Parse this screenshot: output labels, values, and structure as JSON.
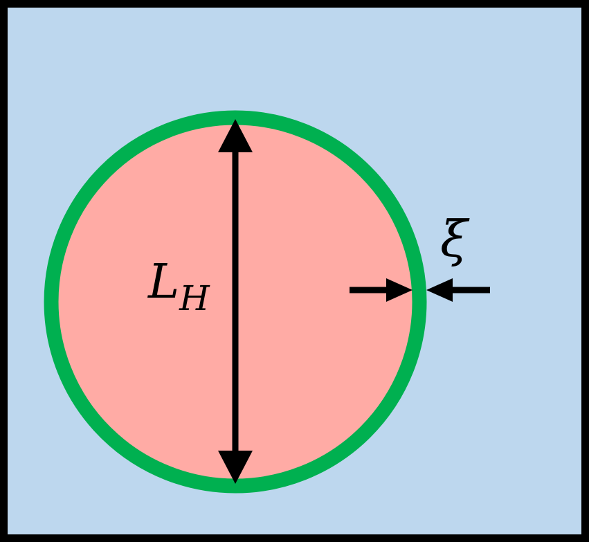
{
  "diagram": {
    "labels": {
      "diameter_main": "L",
      "diameter_subscript": "H",
      "thickness": "ξ"
    },
    "colors": {
      "frame": "#000000",
      "background": "#bdd7ee",
      "domain_fill": "#ffaba5",
      "domain_wall": "#00b050",
      "arrow": "#000000"
    }
  }
}
